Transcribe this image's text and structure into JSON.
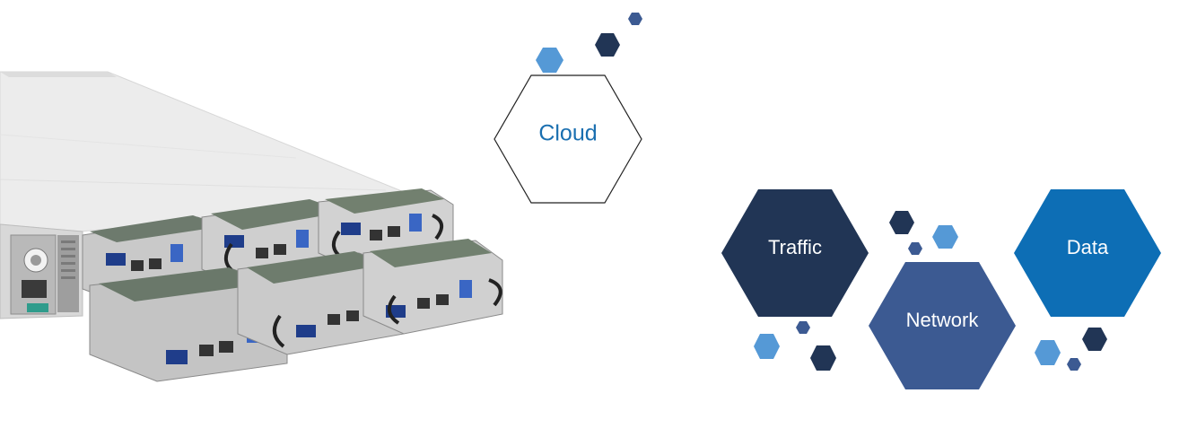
{
  "hexagons": {
    "cloud": {
      "label": "Cloud"
    },
    "traffic": {
      "label": "Traffic"
    },
    "network": {
      "label": "Network"
    },
    "data": {
      "label": "Data"
    }
  },
  "colors": {
    "navy": "#213555",
    "royal": "#3c5a92",
    "ocean": "#0d6eb5",
    "sky": "#5599d6",
    "cloud_text": "#1a6fb0",
    "outline": "#222222"
  }
}
